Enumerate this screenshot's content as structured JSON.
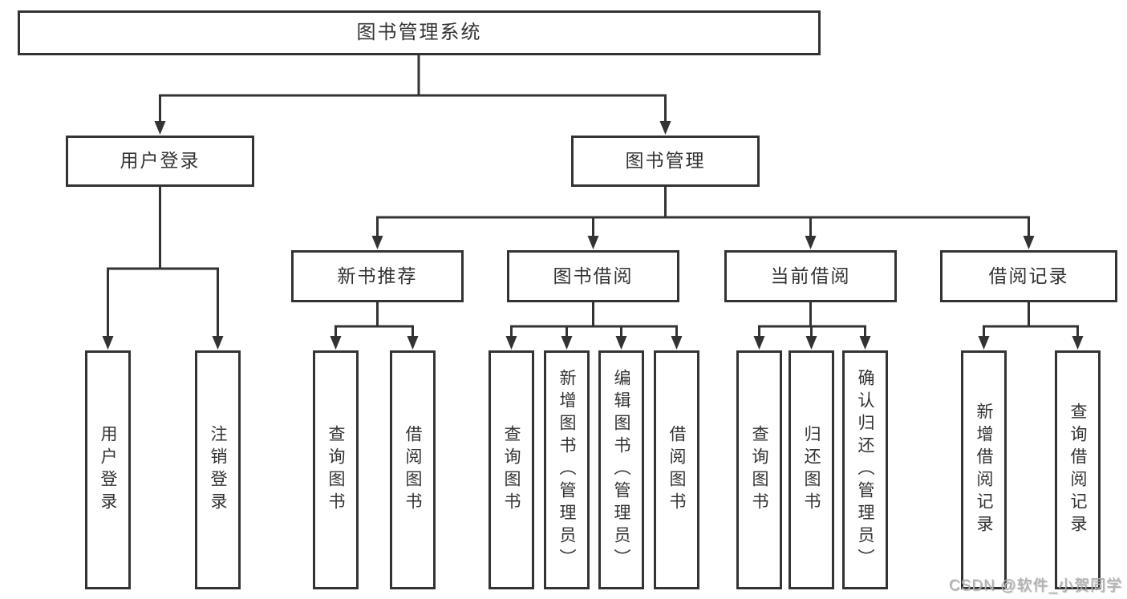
{
  "diagram": {
    "title": "图书管理系统",
    "level2": {
      "user_login": "用户登录",
      "book_management": "图书管理"
    },
    "level3": {
      "new_book_recommend": "新书推荐",
      "book_borrowing": "图书借阅",
      "current_borrowing": "当前借阅",
      "borrowing_records": "借阅记录"
    },
    "leaves": {
      "user_login": "用户登录",
      "logout_login": "注销登录",
      "recommend_query_books": "查询图书",
      "recommend_borrow_books": "借阅图书",
      "borrowing_query_books": "查询图书",
      "borrowing_add_books_admin": "新增图书（管理员）",
      "borrowing_edit_books_admin": "编辑图书（管理员）",
      "borrowing_borrow_books": "借阅图书",
      "current_query_books": "查询图书",
      "current_return_books": "归还图书",
      "current_confirm_return_admin": "确认归还（管理员）",
      "records_add_record": "新增借阅记录",
      "records_query_record": "查询借阅记录"
    }
  },
  "watermark": {
    "text": "CSDN @软件_小贺同学"
  },
  "colors": {
    "line": "#333333",
    "text": "#333333",
    "background": "#ffffff",
    "watermark": "#b3b3b3"
  }
}
